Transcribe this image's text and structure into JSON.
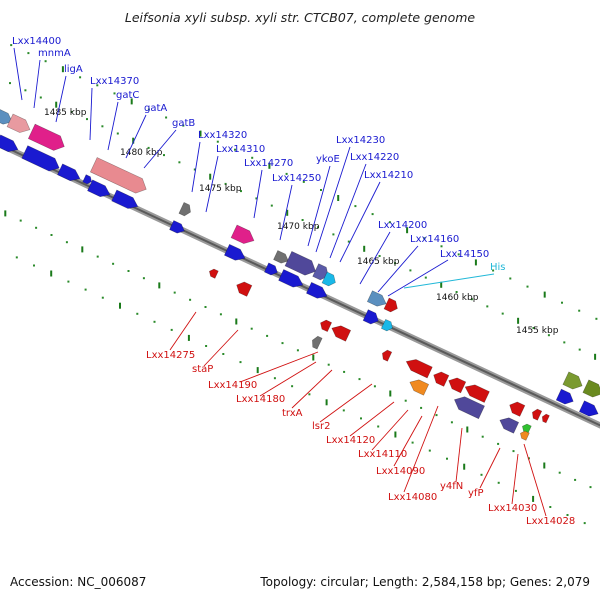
{
  "title": "Leifsonia xyli subsp. xyli str. CTCB07, complete genome",
  "footer": {
    "accession": "Accession: NC_006087",
    "summary": "Topology: circular; Length: 2,584,158 bp; Genes: 2,079"
  },
  "colors": {
    "forward_label": "#1a1ad0",
    "reverse_label": "#d01010",
    "his_label": "#22b8d8",
    "backbone": "#8a8a8a",
    "tick": "#1a7a1a"
  },
  "scale_labels": [
    "1485 kbp",
    "1480 kbp",
    "1475 kbp",
    "1470 kbp",
    "1465 kbp",
    "1460 kbp",
    "1455 kbp"
  ],
  "forward_labels": [
    "Lxx14400",
    "mnmA",
    "ligA",
    "Lxx14370",
    "gatC",
    "gatA",
    "gatB",
    "Lxx14320",
    "Lxx14310",
    "Lxx14270",
    "Lxx14250",
    "ykoE",
    "Lxx14230",
    "Lxx14220",
    "Lxx14210",
    "Lxx14200",
    "Lxx14160",
    "Lxx14150",
    "His"
  ],
  "reverse_labels": [
    "Lxx14275",
    "staP",
    "Lxx14190",
    "Lxx14180",
    "trxA",
    "lsr2",
    "Lxx14120",
    "Lxx14110",
    "Lxx14090",
    "Lxx14080",
    "y4fN",
    "yfP",
    "Lxx14030",
    "Lxx14028"
  ]
}
